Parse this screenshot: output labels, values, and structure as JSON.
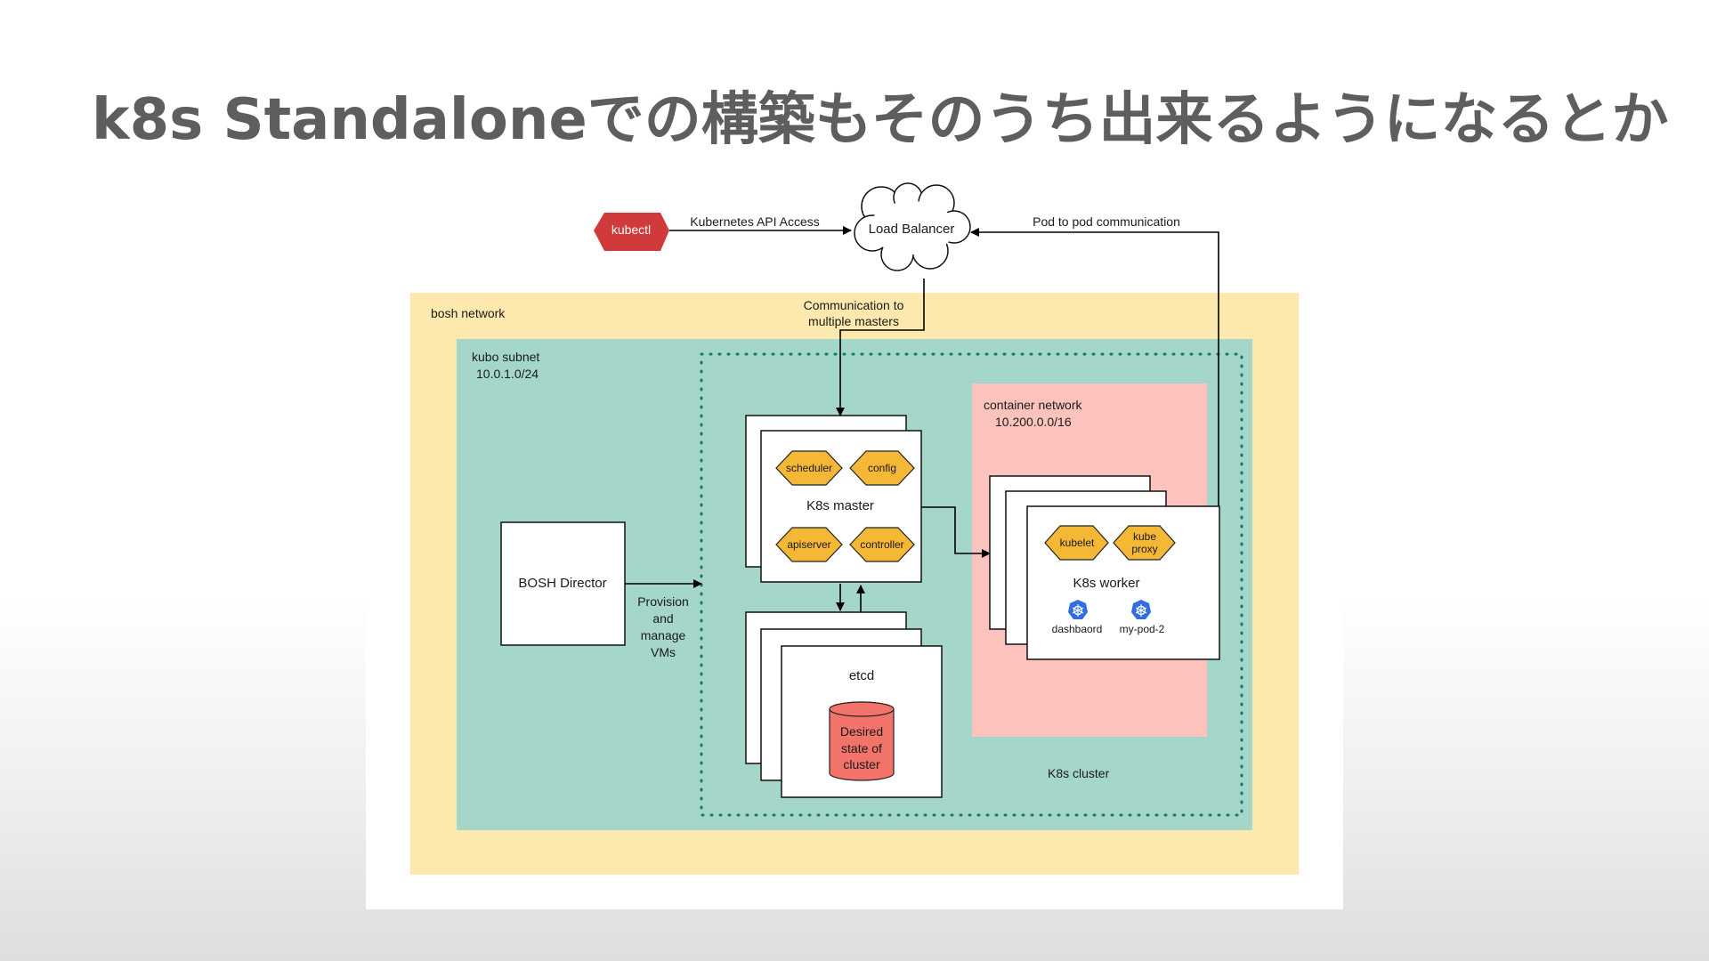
{
  "slide": {
    "title": "k8s Standaloneでの構築もそのうち出来るようになるとか"
  },
  "diagram": {
    "kubectl": "kubectl",
    "load_balancer": "Load Balancer",
    "edge_api_access": "Kubernetes API Access",
    "edge_pod_to_pod": "Pod to pod communication",
    "edge_multi_master_line1": "Communication to",
    "edge_multi_master_line2": "multiple masters",
    "bosh_network": "bosh network",
    "kubo_subnet_line1": "kubo subnet",
    "kubo_subnet_line2": "10.0.1.0/24",
    "container_network_line1": "container network",
    "container_network_line2": "10.200.0.0/16",
    "k8s_cluster": "K8s cluster",
    "bosh_director": "BOSH Director",
    "provision_lines": [
      "Provision",
      "and",
      "manage",
      "VMs"
    ],
    "master": {
      "label": "K8s master",
      "scheduler": "scheduler",
      "config": "config",
      "apiserver": "apiserver",
      "controller": "controller"
    },
    "worker": {
      "label": "K8s worker",
      "kubelet": "kubelet",
      "kube_proxy_line1": "kube",
      "kube_proxy_line2": "proxy",
      "pod1": "dashbaord",
      "pod2": "my-pod-2"
    },
    "etcd": {
      "label": "etcd",
      "state_lines": [
        "Desired",
        "state of",
        "cluster"
      ]
    },
    "colors": {
      "bosh_network": "#fde8ad",
      "kubo_subnet": "#a5d6ca",
      "container_network": "#fcc3be",
      "component_diamond": "#f4b736",
      "kubectl": "#d13a3a",
      "etcd_cylinder": "#f2736a",
      "k8s_icon": "#326ce5",
      "title_text": "#5e5e5e"
    }
  }
}
